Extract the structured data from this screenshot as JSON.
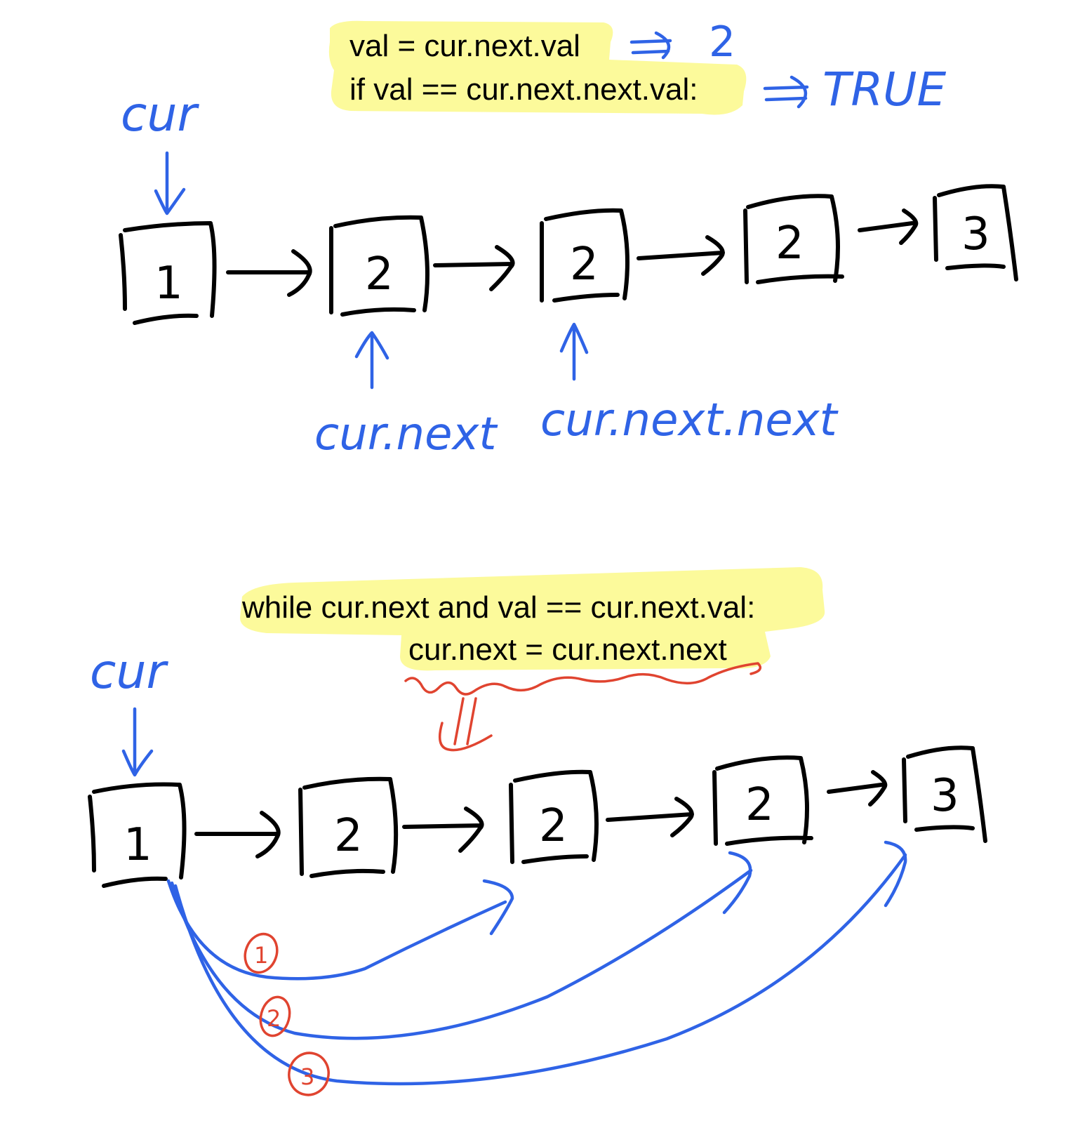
{
  "top": {
    "code_line_1": "val = cur.next.val",
    "code_line_2": "if val == cur.next.next.val:",
    "result_1": "2",
    "result_2": "TRUE",
    "pointer_cur": "cur",
    "pointer_next": "cur.next",
    "pointer_next_next": "cur.next.next",
    "nodes": [
      "1",
      "2",
      "2",
      "2",
      "3"
    ]
  },
  "bottom": {
    "code_line_1": "while cur.next and val == cur.next.val:",
    "code_line_2": "cur.next = cur.next.next",
    "pointer_cur": "cur",
    "nodes": [
      "1",
      "2",
      "2",
      "2",
      "3"
    ],
    "steps": [
      "1",
      "2",
      "3"
    ]
  },
  "colors": {
    "ink": "#000000",
    "pen_blue": "#2f63e6",
    "pen_red": "#e04430",
    "highlight": "#fbf98a"
  }
}
